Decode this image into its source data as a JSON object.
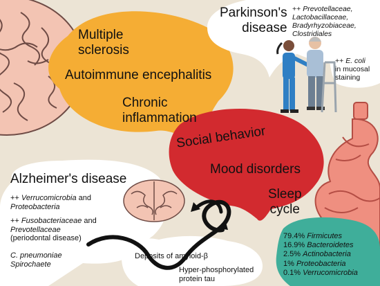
{
  "autoimmune_bubble": {
    "multiple_sclerosis": "Multiple\nsclerosis",
    "autoimmune_encephalitis": "Autoimmune encephalitis",
    "chronic_inflammation": "Chronic\ninflammation"
  },
  "parkinsons": {
    "title": "Parkinson's\ndisease",
    "bacteria_prefix": "++ ",
    "bacteria": "Prevotellaceae,\nLactobacillaceae,\nBradyrhyzobiaceae,\nClostridiales",
    "ecoli_prefix": "++ ",
    "ecoli": "E. coli",
    "ecoli_suffix": "in mucosal\nstaining"
  },
  "social_bubble": {
    "social_behavior": "Social behavior",
    "mood_disorders": "Mood disorders",
    "sleep_cycle": "Sleep\ncycle"
  },
  "alzheimers": {
    "title": "Alzheimer's disease",
    "line1_prefix": "++ ",
    "line1_a": "Verrucomicrobia",
    "line1_mid": " and",
    "line1_b": "Proteobacteria",
    "line2_prefix": "++ ",
    "line2_a": "Fusobacteriaceae",
    "line2_mid": " and",
    "line2_b": "Prevotellaceae",
    "line2_note": "(periodontal disease)",
    "pathogens": "C. pneumoniae\nSpirochaete"
  },
  "amyloid_bubble": {
    "amyloid": "Deposits of amyloid-β",
    "tau": "Hyper-phosphorylated\nprotein tau"
  },
  "microbiome": {
    "rows": [
      {
        "pct": "79.4%",
        "taxon": "Firmicutes"
      },
      {
        "pct": "16.9%",
        "taxon": "Bacteroidetes"
      },
      {
        "pct": "2.5%",
        "taxon": "Actinobacteria"
      },
      {
        "pct": "1%",
        "taxon": "Proteobacteria"
      },
      {
        "pct": "0.1%",
        "taxon": "Verrucomicrobia"
      }
    ]
  },
  "colors": {
    "background": "#ece4d5",
    "orange_bubble": "#f5ad34",
    "red_bubble": "#d22a2f",
    "teal_bubble": "#3fae9a",
    "white_bubble": "#ffffff",
    "brain": "#f3c4b3",
    "gut": "#ef8f80"
  }
}
